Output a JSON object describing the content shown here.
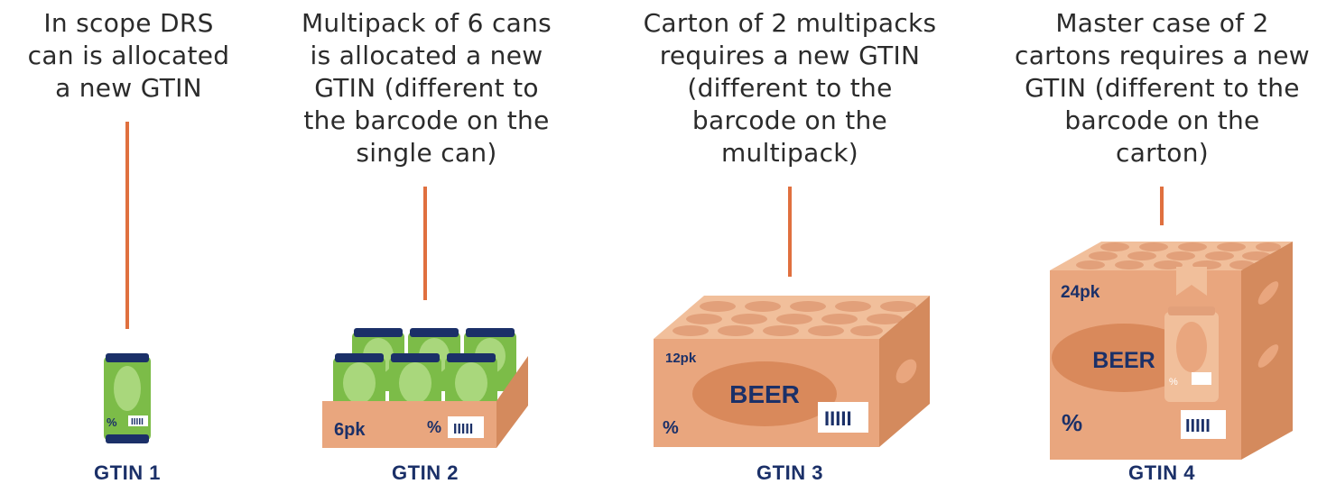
{
  "stages": [
    {
      "caption": "In scope DRS\ncan is allocated\na new GTIN",
      "label": "GTIN 1"
    },
    {
      "caption": "Multipack of 6 cans\nis allocated a new\nGTIN (different to\nthe barcode on the\nsingle can)",
      "label": "GTIN 2",
      "pack": "6pk"
    },
    {
      "caption": "Carton of 2 multipacks\nrequires a new GTIN\n(different to the\nbarcode on the\nmultipack)",
      "label": "GTIN 3",
      "pack": "12pk",
      "brand": "BEER"
    },
    {
      "caption": "Master case of 2\ncartons requires a new\nGTIN (different to the\nbarcode on the\ncarton)",
      "label": "GTIN 4",
      "pack": "24pk",
      "brand": "BEER"
    }
  ],
  "percent_symbol": "%",
  "barcode_symbol": "IIIII",
  "colors": {
    "connector": "#e0703f",
    "label": "#1b3068",
    "can_green": "#7cbc48",
    "can_oval": "#a9d77c",
    "can_lid": "#1b3068",
    "box_front": "#e9a67e",
    "box_top": "#f1bf9b",
    "box_side": "#d48a5d",
    "oval": "#d9895b"
  },
  "icons": [
    "drink-can-icon",
    "six-pack-icon",
    "carton-icon",
    "master-case-icon",
    "barcode-icon"
  ]
}
